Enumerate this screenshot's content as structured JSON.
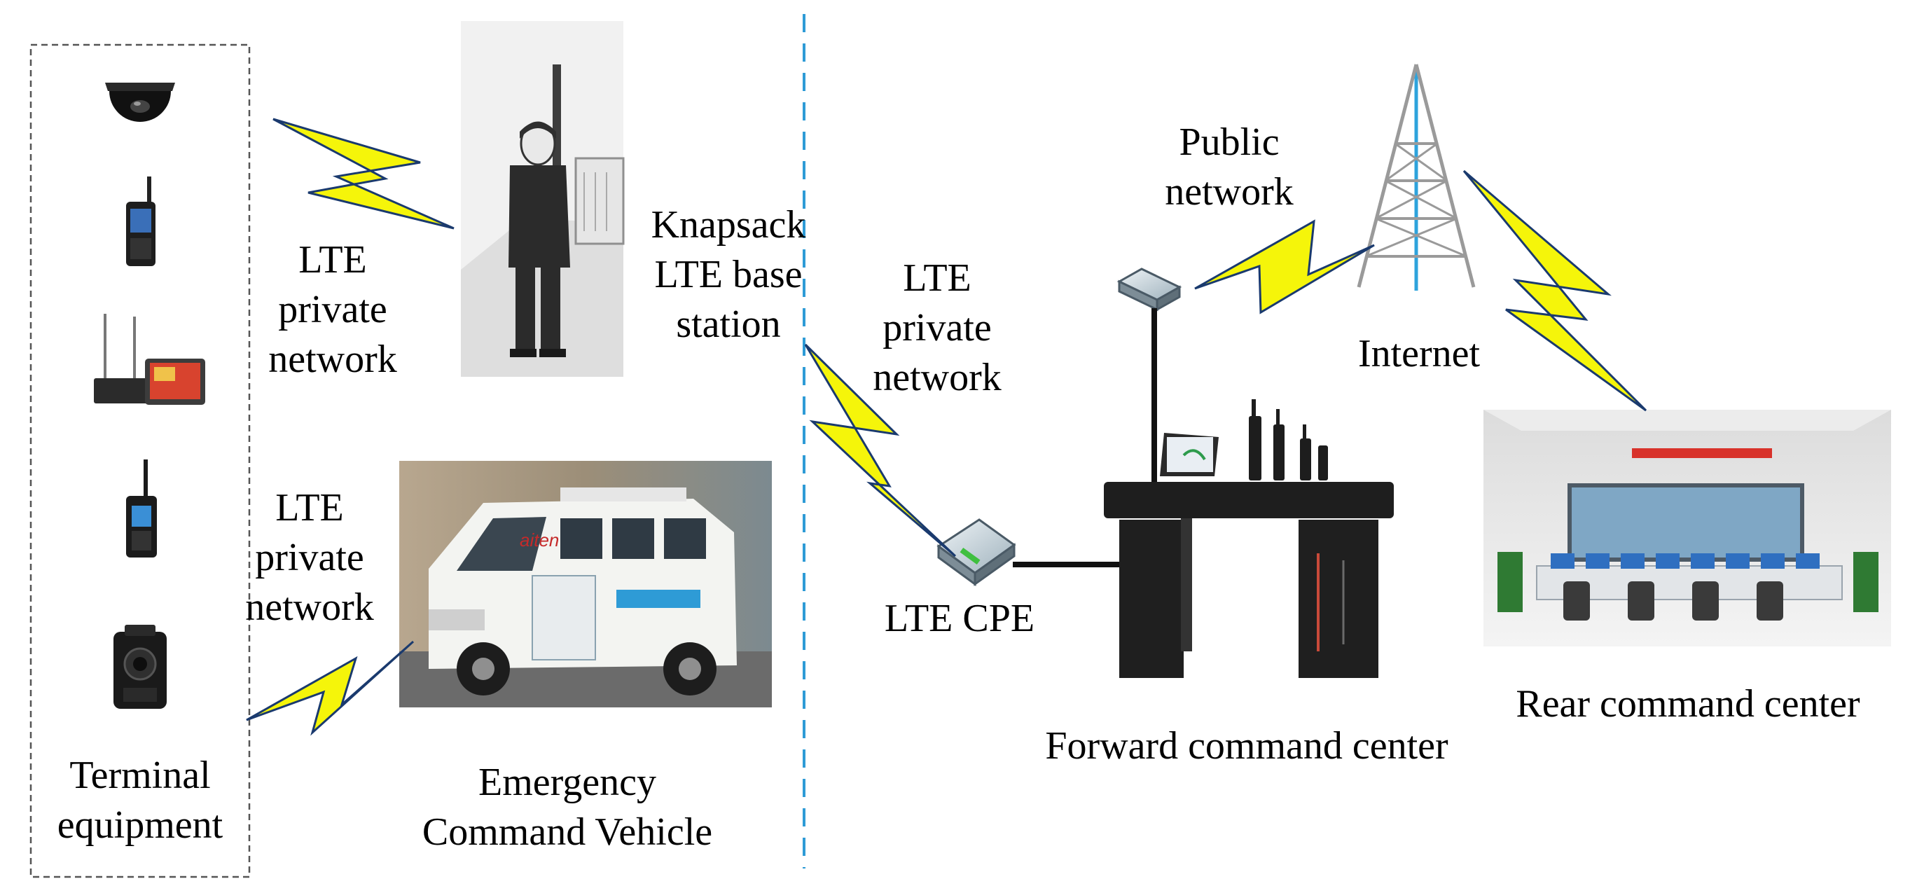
{
  "labels": {
    "terminal_equipment": [
      "Terminal",
      "equipment"
    ],
    "lte_private_1": [
      "LTE",
      "private",
      "network"
    ],
    "lte_private_2": [
      "LTE",
      "private",
      "network"
    ],
    "lte_private_3": [
      "LTE",
      "private",
      "network"
    ],
    "knapsack": [
      "Knapsack",
      "LTE base",
      "station"
    ],
    "emergency_vehicle": [
      "Emergency",
      "Command Vehicle"
    ],
    "lte_cpe": "LTE CPE",
    "public_network": [
      "Public",
      "network"
    ],
    "internet": "Internet",
    "forward_center": "Forward command center",
    "rear_center": "Rear command center"
  },
  "terminal_devices": [
    "dome-camera",
    "handheld-terminal",
    "vehicle-radio-and-tablet",
    "walkie-talkie",
    "body-camera"
  ],
  "vehicle_sign": "aiten",
  "colors": {
    "lightning_fill": "#f5f50a",
    "lightning_stroke": "#1a3a6e",
    "divider": "#2e9bd6",
    "tower": "#9a9a9a",
    "tower_center": "#2ea3dc",
    "link": "#111111"
  }
}
